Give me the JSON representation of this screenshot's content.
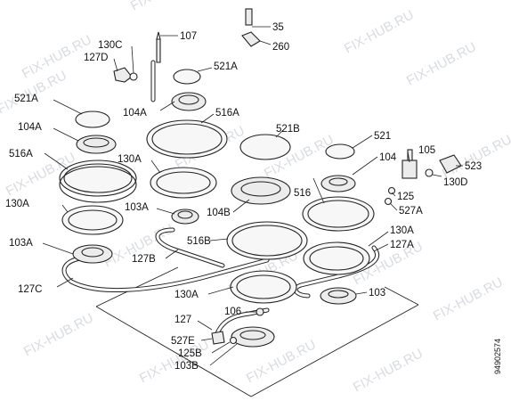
{
  "watermark": "FIX-HUB.RU",
  "doc_code": "94902574",
  "labels": {
    "l107": "107",
    "l35": "35",
    "l260": "260",
    "l130c": "130C",
    "l127d": "127D",
    "l521a_1": "521A",
    "l521a_2": "521A",
    "l104a_1": "104A",
    "l104a_2": "104A",
    "l516a_1": "516A",
    "l516a_2": "516A",
    "l130a_1": "130A",
    "l130a_2": "130A",
    "l130a_3": "130A",
    "l130a_4": "130A",
    "l103a_1": "103A",
    "l103a_2": "103A",
    "l127c": "127C",
    "l127b": "127B",
    "l516b": "516B",
    "l104b": "104B",
    "l516": "516",
    "l521b": "521B",
    "l521": "521",
    "l104": "104",
    "l105": "105",
    "l523": "523",
    "l130d": "130D",
    "l125": "125",
    "l527a": "527A",
    "l127a": "127A",
    "l103": "103",
    "l106": "106",
    "l127": "127",
    "l527e": "527E",
    "l125b": "125B",
    "l103b": "103B"
  }
}
